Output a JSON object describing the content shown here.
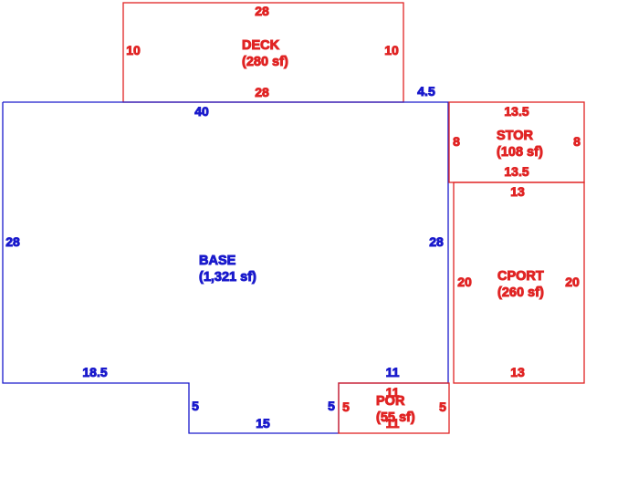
{
  "colors": {
    "base": "#1a1acc",
    "addition": "#e02424",
    "background": "#ffffff"
  },
  "areas": {
    "deck": {
      "name": "DECK",
      "size": "(280 sf)",
      "dims": {
        "top": "28",
        "bottom": "28",
        "left": "10",
        "right": "10"
      }
    },
    "base": {
      "name": "BASE",
      "size": "(1,321 sf)",
      "dims": {
        "top": "40",
        "left": "28",
        "right": "28",
        "bottom_left": "18.5",
        "bottom_right": "11",
        "notch_left": "5",
        "notch_right": "5",
        "notch_bottom": "15",
        "corner_offset": "4.5"
      }
    },
    "stor": {
      "name": "STOR",
      "size": "(108 sf)",
      "dims": {
        "top": "13.5",
        "bottom": "13.5",
        "left": "8",
        "right": "8"
      }
    },
    "cport": {
      "name": "CPORT",
      "size": "(260 sf)",
      "dims": {
        "top": "13",
        "bottom": "13",
        "left": "20",
        "right": "20"
      }
    },
    "por": {
      "name": "POR",
      "size": "(55 sf)",
      "dims": {
        "top": "11",
        "bottom": "11",
        "left": "5",
        "right": "5"
      }
    }
  }
}
